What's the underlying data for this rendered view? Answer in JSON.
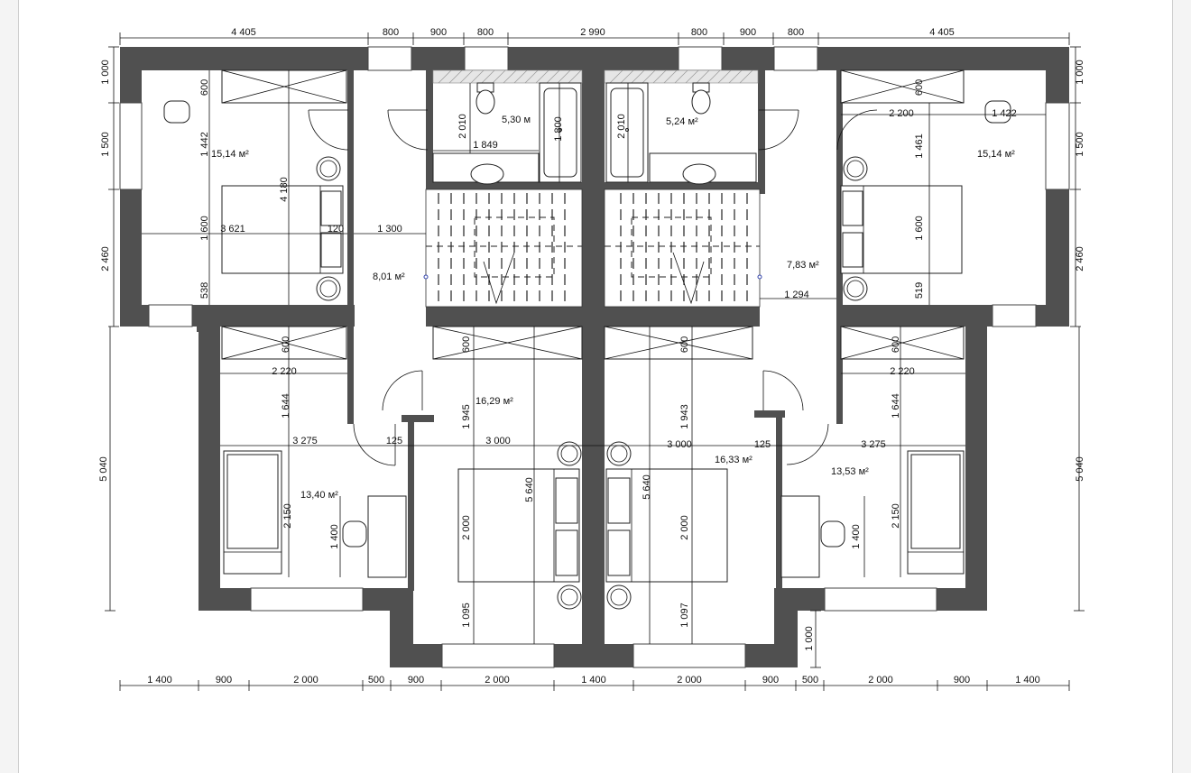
{
  "dims": {
    "top": [
      "4 405",
      "800",
      "900",
      "800",
      "2 990",
      "800",
      "900",
      "800",
      "4 405"
    ],
    "bottom": [
      "1 400",
      "900",
      "2 000",
      "500",
      "900",
      "2 000",
      "1 400",
      "2 000",
      "900",
      "500",
      "2 000",
      "900",
      "1 400"
    ],
    "left": [
      "1 000",
      "1 500",
      "2 460",
      "5 040"
    ],
    "right": [
      "1 000",
      "1 500",
      "2 460",
      "5 040"
    ],
    "bottom_vertical": "1 000",
    "interior": {
      "l_600a": "600",
      "l_1442": "1 442",
      "l_4180": "4 180",
      "l_1600a": "1 600",
      "l_538": "538",
      "l_3621": "3 621",
      "l_120": "120",
      "l_1300": "1 300",
      "l_2010a": "2 010",
      "l_1849": "1 849",
      "l_1800": "1 800",
      "l_600b": "600",
      "l_2220a": "2 220",
      "l_1644a": "1 644",
      "l_3275a": "3 275",
      "l_125a": "125",
      "l_2150a": "2 150",
      "l_1400a": "1 400",
      "l_600c": "600",
      "l_1945": "1 945",
      "l_3000a": "3 000",
      "l_5640a": "5 640",
      "l_2000a": "2 000",
      "l_1095": "1 095",
      "r_2010b": "2 010",
      "r_600d": "600",
      "r_2200": "2 200",
      "r_1422": "1 422",
      "r_1461": "1 461",
      "r_1600b": "1 600",
      "r_519": "519",
      "r_1294": "1 294",
      "r_600e": "600",
      "r_1943": "1 943",
      "r_3000b": "3 000",
      "r_125b": "125",
      "r_5640b": "5 640",
      "r_2000b": "2 000",
      "r_1097": "1 097",
      "r_600f": "600",
      "r_2220b": "2 220",
      "r_1644b": "1 644",
      "r_3275b": "3 275",
      "r_2150b": "2 150",
      "r_1400b": "1 400"
    }
  },
  "rooms": {
    "l_bedroom_top": "15,14 м²",
    "l_bath": "5,30 м",
    "l_hall": "8,01 м²",
    "l_bedroom_center": "16,29 м²",
    "l_bedroom_bottom": "13,40 м²",
    "r_bath": "5,24 м²",
    "r_bedroom_top": "15,14 м²",
    "r_hall": "7,83 м²",
    "r_bedroom_center": "16,33 м²",
    "r_bedroom_bottom": "13,53 м²"
  }
}
